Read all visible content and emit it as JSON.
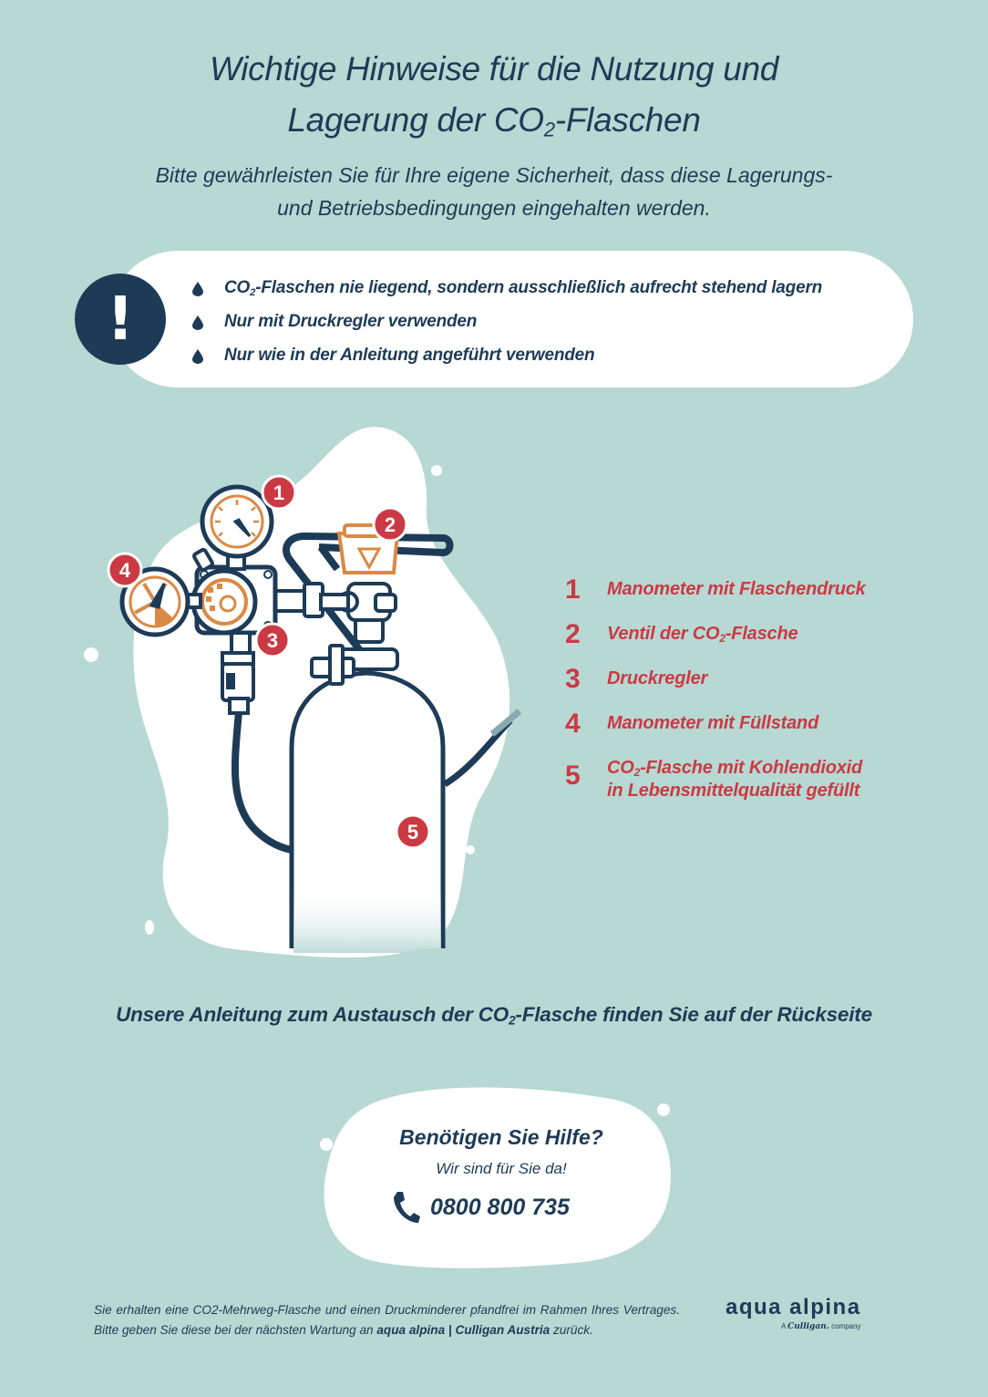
{
  "header": {
    "title_line1": "Wichtige Hinweise für die Nutzung und",
    "title_line2_pre": "Lagerung der CO",
    "title_line2_sub": "2",
    "title_line2_post": "-Flaschen",
    "subtitle_line1": "Bitte gewährleisten Sie für Ihre eigene Sicherheit, dass diese Lagerungs-",
    "subtitle_line2": "und Betriebsbedingungen eingehalten werden."
  },
  "notice": {
    "icon": "exclamation-icon",
    "symbol": "!",
    "items": [
      {
        "pre": "CO",
        "sub": "2",
        "post": "-Flaschen nie liegend, sondern ausschließlich aufrecht stehend lagern"
      },
      {
        "pre": "Nur mit Druckregler verwenden",
        "sub": "",
        "post": ""
      },
      {
        "pre": "Nur wie in der Anleitung angeführt verwenden",
        "sub": "",
        "post": ""
      }
    ]
  },
  "diagram": {
    "markers": [
      "1",
      "2",
      "3",
      "4",
      "5"
    ]
  },
  "legend": [
    {
      "num": "1",
      "pre": "Manometer mit Flaschendruck",
      "sub": "",
      "post": "",
      "line2": ""
    },
    {
      "num": "2",
      "pre": "Ventil der CO",
      "sub": "2",
      "post": "-Flasche",
      "line2": ""
    },
    {
      "num": "3",
      "pre": "Druckregler",
      "sub": "",
      "post": "",
      "line2": ""
    },
    {
      "num": "4",
      "pre": "Manometer mit Füllstand",
      "sub": "",
      "post": "",
      "line2": ""
    },
    {
      "num": "5",
      "pre": "CO",
      "sub": "2",
      "post": "-Flasche mit Kohlendioxid",
      "line2": "in Lebensmittelqualität gefüllt"
    }
  ],
  "backside": {
    "pre": "Unsere Anleitung zum Austausch der CO",
    "sub": "2",
    "post": "-Flasche finden Sie auf der Rückseite"
  },
  "help": {
    "title": "Benötigen Sie Hilfe?",
    "subtitle": "Wir sind für Sie da!",
    "phone_icon": "phone-icon",
    "phone": "0800 800 735"
  },
  "footer": {
    "text1": "Sie erhalten eine CO2-Mehrweg-Flasche und einen Druckminderer pfandfrei im Rahmen Ihres Vertrages. Bitte geben Sie diese bei der nächsten Wartung an ",
    "bold": "aqua alpina | Culligan Austria",
    "text2": " zurück."
  },
  "brand": {
    "name": "aqua alpina",
    "tag_pre": "A ",
    "tag_logo": "Culligan.",
    "tag_post": " company"
  },
  "colors": {
    "background": "#b7d8d3",
    "navy": "#1d3b57",
    "red": "#cb3a44",
    "orange": "#d98a45"
  }
}
